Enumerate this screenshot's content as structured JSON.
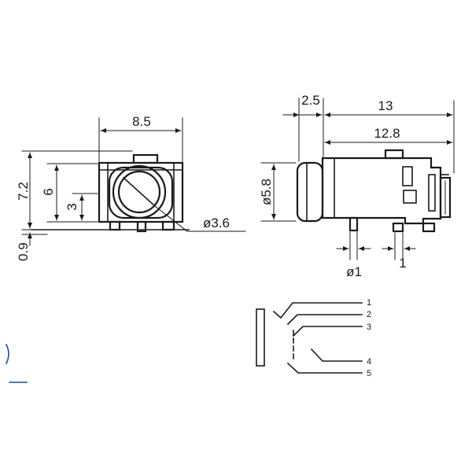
{
  "front_view": {
    "width_label": "8.5",
    "height_total_label": "7.2",
    "height_body_label": "6",
    "height_center_label": "3",
    "base_label": "0.9",
    "bore_diameter_label": "ø3.6"
  },
  "side_view": {
    "front_offset_label": "2.5",
    "total_length_label": "13",
    "body_length_label": "12.8",
    "nose_diameter_label": "ø5.8",
    "pin_diameter_label": "ø1",
    "pin_width_label": "1"
  },
  "schematic": {
    "pins": [
      "1",
      "2",
      "3",
      "4",
      "5"
    ]
  }
}
